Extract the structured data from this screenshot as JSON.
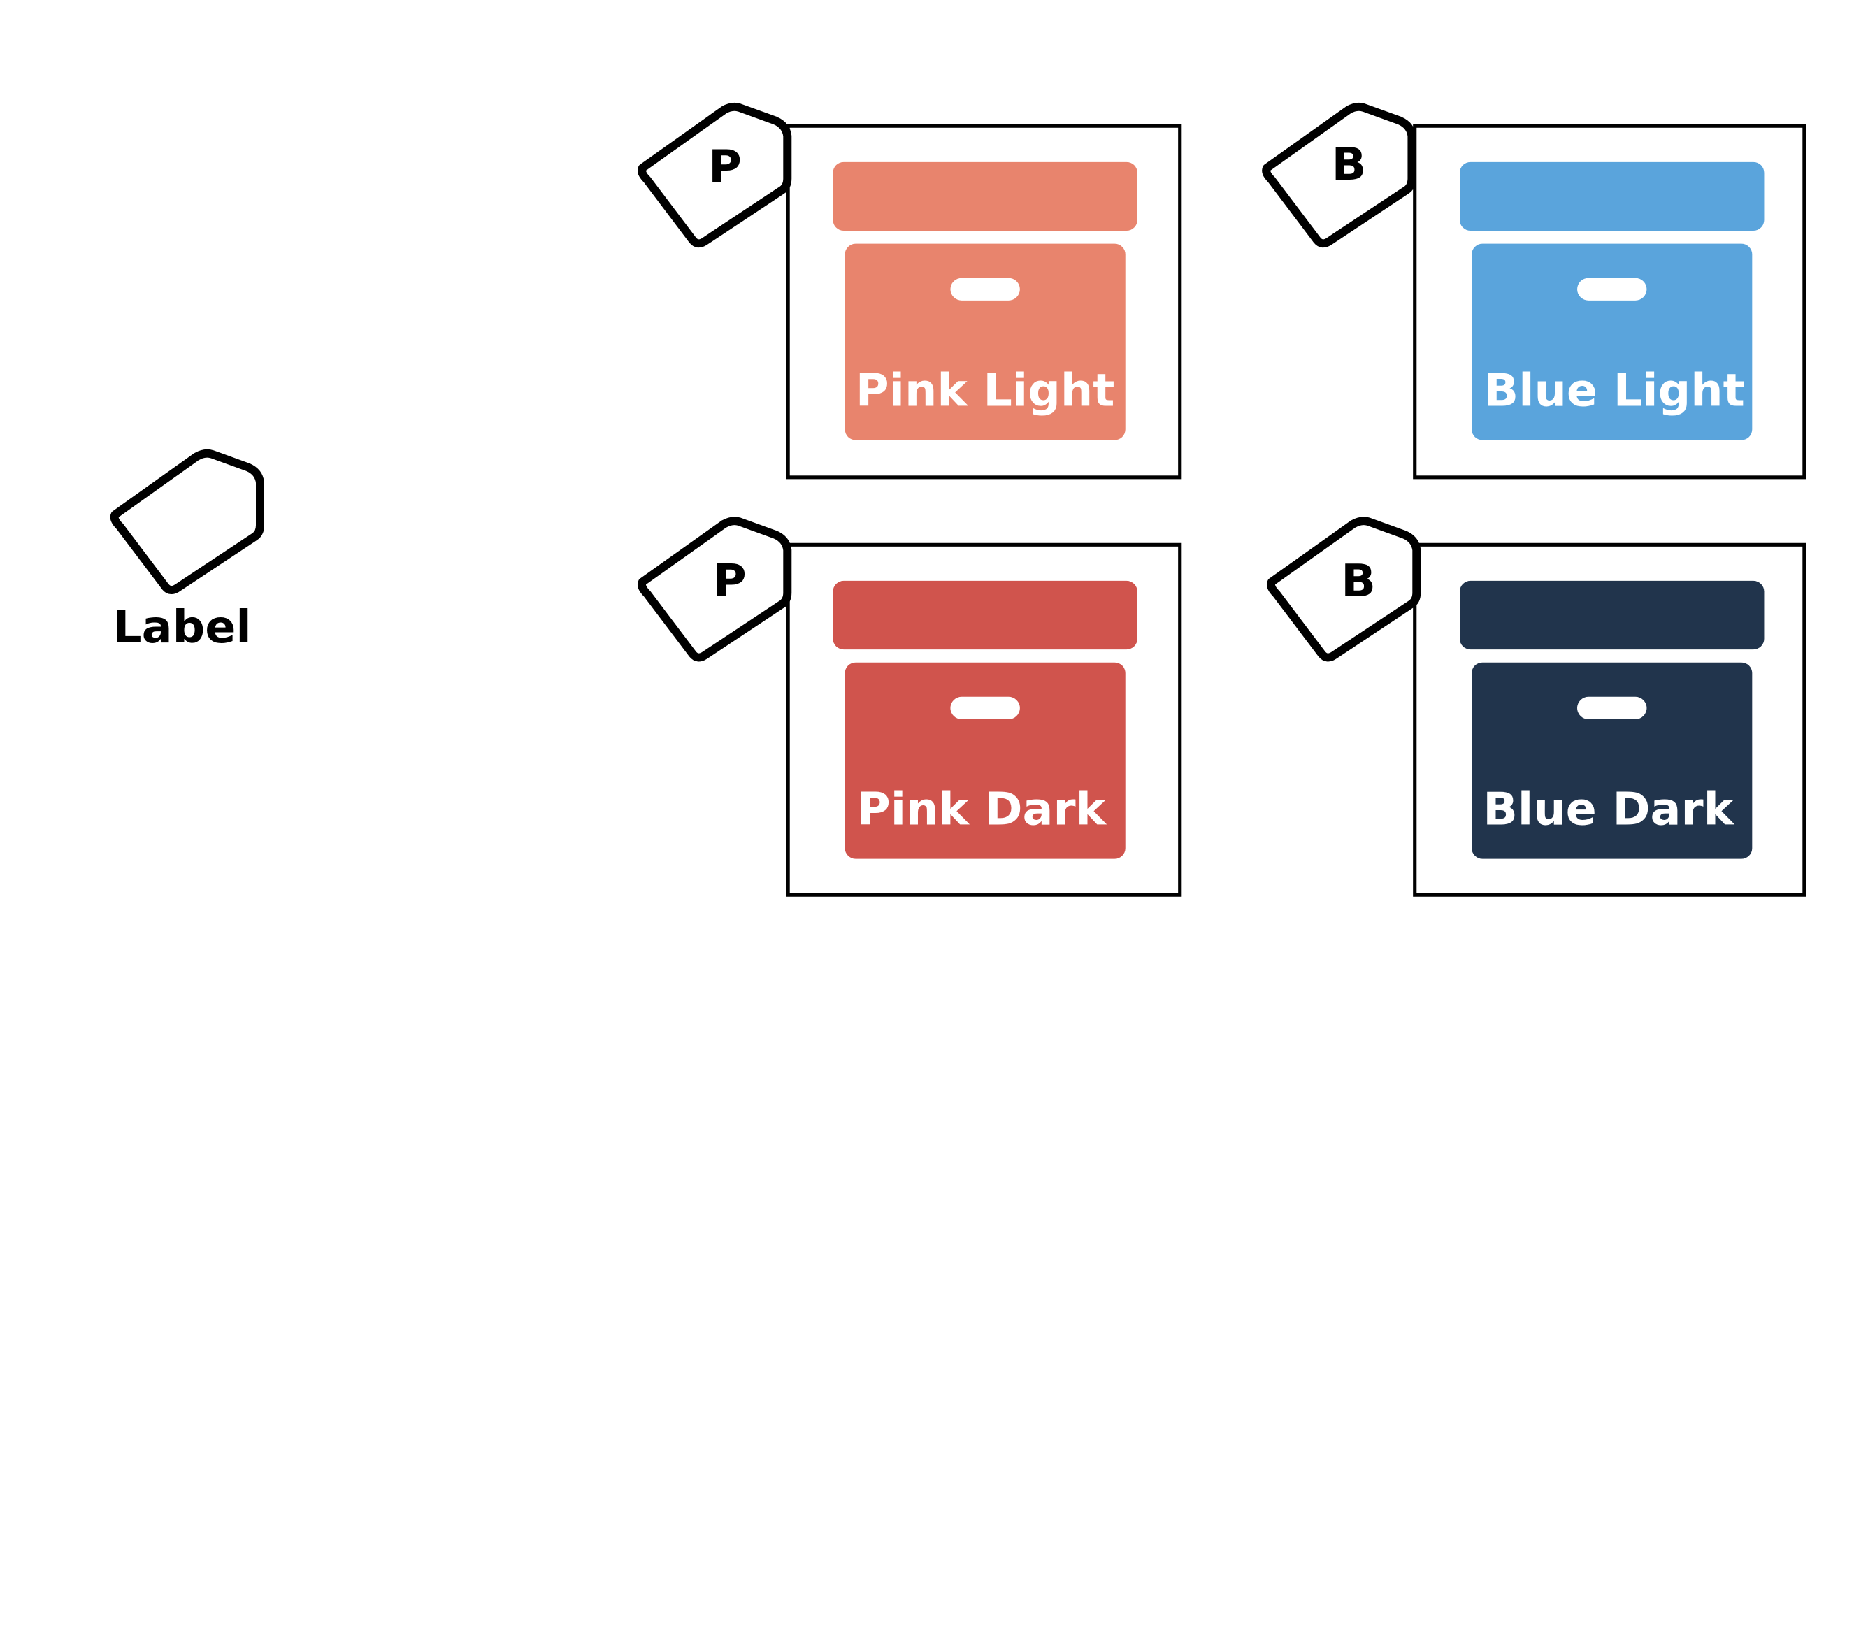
{
  "legend": {
    "label": "Label",
    "icon": "tag-icon"
  },
  "boxes": [
    {
      "tag_letter": "P",
      "text": "Pink Light",
      "color": "#E8846D"
    },
    {
      "tag_letter": "B",
      "text": "Blue Light",
      "color": "#5AA4DC"
    },
    {
      "tag_letter": "P",
      "text": "Pink Dark",
      "color": "#D0544D"
    },
    {
      "tag_letter": "B",
      "text": "Blue Dark",
      "color": "#21344C"
    }
  ],
  "colors": {
    "outline": "#000000",
    "background": "#FFFFFF"
  }
}
